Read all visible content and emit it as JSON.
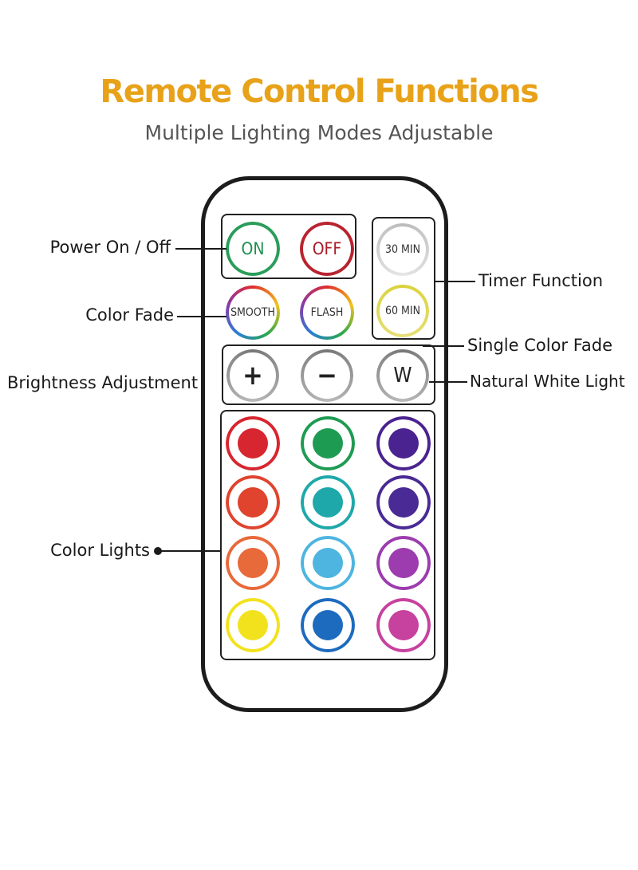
{
  "header": {
    "title": "Remote Control Functions",
    "subtitle": "Multiple Lighting Modes Adjustable"
  },
  "colors": {
    "title": "#E8A219",
    "subtitle": "#555555"
  },
  "buttons": {
    "on": "ON",
    "off": "OFF",
    "smooth": "SMOOTH",
    "flash": "FLASH",
    "timer30": "30 MIN",
    "timer60": "60 MIN",
    "plus": "+",
    "minus": "−",
    "white": "W"
  },
  "callouts": {
    "power": "Power On / Off",
    "fade": "Color Fade",
    "brightness": "Brightness Adjustment",
    "color_lights": "Color Lights",
    "timer": "Timer Function",
    "single_fade": "Single Color Fade",
    "natural_white": "Natural White Light"
  },
  "color_grid": [
    [
      "#D7262F",
      "#1E9B52",
      "#4B2390"
    ],
    [
      "#E0432E",
      "#1FA8AA",
      "#4A2A95"
    ],
    [
      "#E8693A",
      "#4DB5DF",
      "#9C3CAE"
    ],
    [
      "#F2E21E",
      "#1D6BBF",
      "#C7419E"
    ]
  ]
}
